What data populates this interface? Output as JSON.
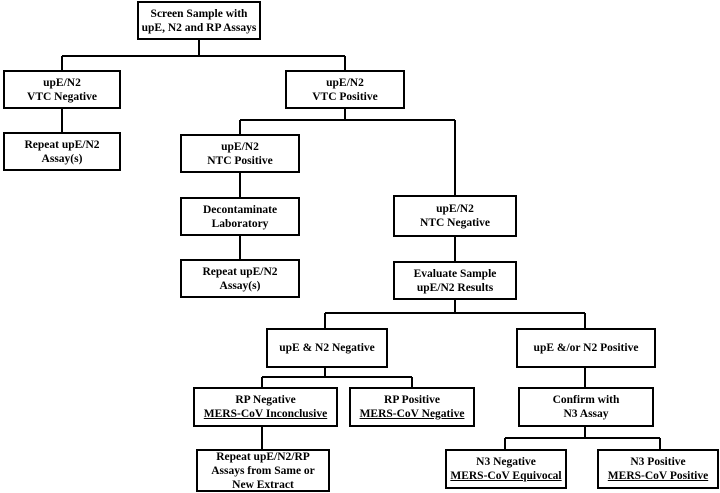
{
  "flowchart": {
    "screen": [
      "Screen Sample with",
      "upE, N2 and RP Assays"
    ],
    "vtc_negative": [
      "upE/N2",
      "VTC Negative"
    ],
    "vtc_positive": [
      "upE/N2",
      "VTC Positive"
    ],
    "repeat_assays_1": [
      "Repeat upE/N2",
      "Assay(s)"
    ],
    "ntc_positive": [
      "upE/N2",
      "NTC Positive"
    ],
    "decontaminate": [
      "Decontaminate",
      "Laboratory"
    ],
    "repeat_assays_2": [
      "Repeat upE/N2",
      "Assay(s)"
    ],
    "ntc_negative": [
      "upE/N2",
      "NTC Negative"
    ],
    "evaluate": [
      "Evaluate Sample",
      "upE/N2 Results"
    ],
    "upe_n2_negative": [
      "upE & N2 Negative"
    ],
    "upe_n2_positive": [
      "upE &/or N2 Positive"
    ],
    "rp_negative": [
      "RP Negative",
      "MERS-CoV Inconclusive"
    ],
    "rp_positive": [
      "RP Positive",
      "MERS-CoV Negative"
    ],
    "confirm_n3": [
      "Confirm with",
      "N3 Assay"
    ],
    "repeat_rp": [
      "Repeat upE/N2/RP",
      "Assays from Same or",
      "New Extract"
    ],
    "n3_negative": [
      "N3 Negative",
      "MERS-CoV Equivocal"
    ],
    "n3_positive": [
      "N3 Positive",
      "MERS-CoV Positive"
    ]
  },
  "colors": {
    "line": "#000000",
    "box_border": "#000000",
    "background": "#ffffff"
  }
}
